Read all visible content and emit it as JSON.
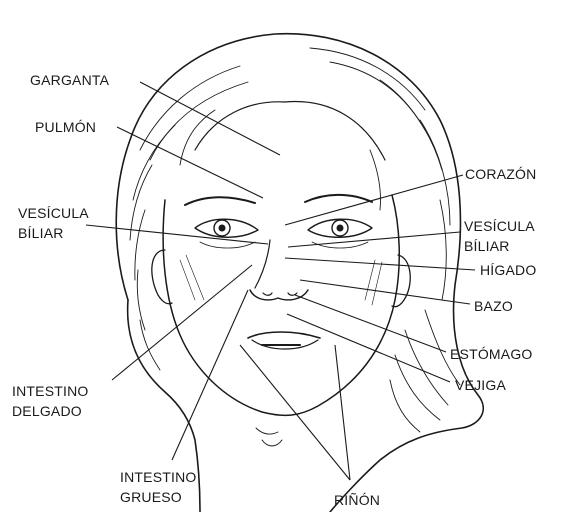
{
  "labels": {
    "garganta": "GARGANTA",
    "pulmon": "PULMÓN",
    "vesicula_left_1": "VESÍCULA",
    "vesicula_left_2": "BÍLIAR",
    "intestino_delgado_1": "INTESTINO",
    "intestino_delgado_2": "DELGADO",
    "intestino_grueso_1": "INTESTINO",
    "intestino_grueso_2": "GRUESO",
    "rinon": "RIÑÓN",
    "corazon": "CORAZÓN",
    "vesicula_right_1": "VESÍCULA",
    "vesicula_right_2": "BÍLIAR",
    "higado": "HÍGADO",
    "bazo": "BAZO",
    "estomago": "ESTÓMAGO",
    "vejiga": "VEJIGA"
  },
  "colors": {
    "ink": "#1a1a1a",
    "background": "#ffffff"
  }
}
